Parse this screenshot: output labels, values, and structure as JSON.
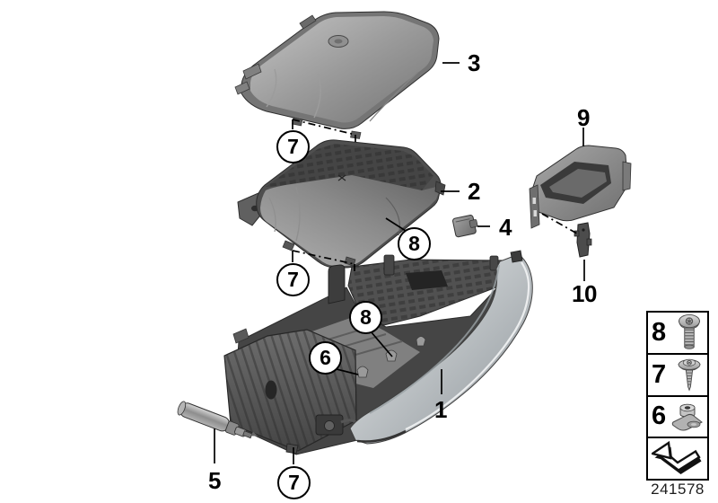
{
  "colors": {
    "background": "#ffffff",
    "line_color": "#000000",
    "part_gray_light": "#c2c2c2",
    "part_gray_mid": "#8a8a8a",
    "part_gray_dark": "#474747",
    "trim_silver": "#c9cdd0"
  },
  "callouts": {
    "n1": "1",
    "n2": "2",
    "n3": "3",
    "n4": "4",
    "n5": "5",
    "n9": "9",
    "n10": "10",
    "c6": "6",
    "c7": "7",
    "c8": "8"
  },
  "legend": {
    "rows": [
      {
        "ref": "8",
        "icon": "torx-pan-head-screw-icon"
      },
      {
        "ref": "7",
        "icon": "flanged-tapping-screw-icon"
      },
      {
        "ref": "6",
        "icon": "clip-nut-icon"
      },
      {
        "ref": "",
        "icon": "continuation-arrow-icon"
      }
    ]
  },
  "footer": {
    "diagram_number": "241578"
  }
}
